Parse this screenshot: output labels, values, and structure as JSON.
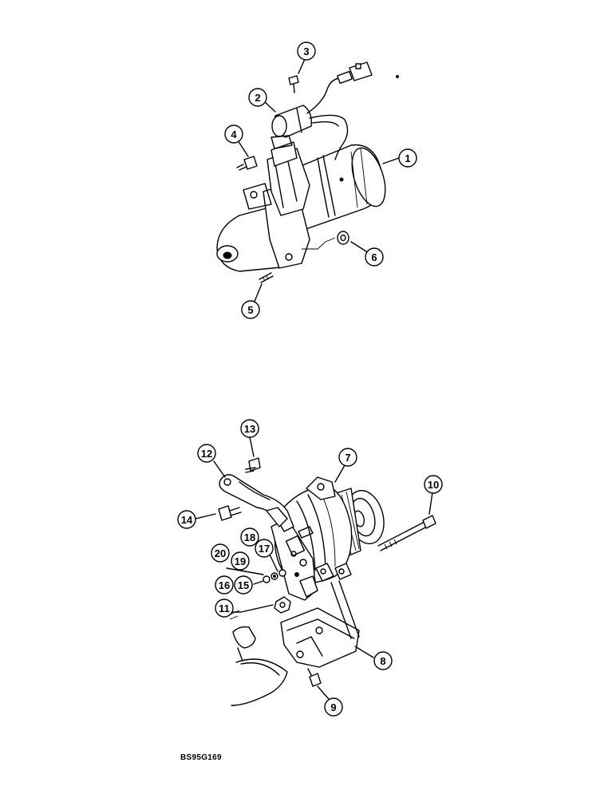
{
  "figure": {
    "label": "BS95G169"
  },
  "callouts": [
    {
      "id": "1",
      "text": "1"
    },
    {
      "id": "2",
      "text": "2"
    },
    {
      "id": "3",
      "text": "3"
    },
    {
      "id": "4",
      "text": "4"
    },
    {
      "id": "5",
      "text": "5"
    },
    {
      "id": "6",
      "text": "6"
    },
    {
      "id": "7",
      "text": "7"
    },
    {
      "id": "8",
      "text": "8"
    },
    {
      "id": "9",
      "text": "9"
    },
    {
      "id": "10",
      "text": "10"
    },
    {
      "id": "11",
      "text": "11"
    },
    {
      "id": "12",
      "text": "12"
    },
    {
      "id": "13",
      "text": "13"
    },
    {
      "id": "14",
      "text": "14"
    },
    {
      "id": "15",
      "text": "15"
    },
    {
      "id": "16",
      "text": "16"
    },
    {
      "id": "17",
      "text": "17"
    },
    {
      "id": "18",
      "text": "18"
    },
    {
      "id": "19",
      "text": "19"
    },
    {
      "id": "20",
      "text": "20"
    }
  ]
}
